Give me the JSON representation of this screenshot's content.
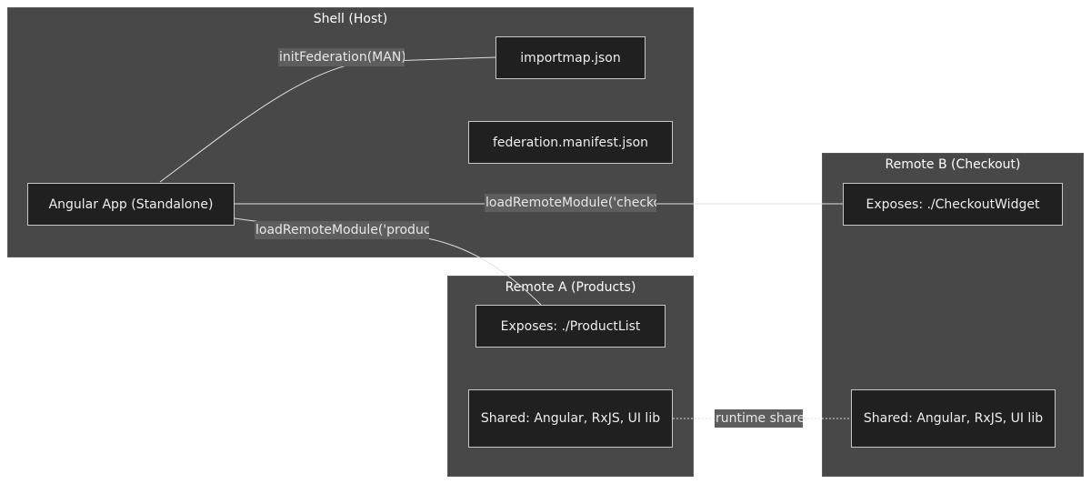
{
  "clusters": {
    "shell": {
      "title": "Shell (Host)"
    },
    "remote_b": {
      "title": "Remote B (Checkout)"
    },
    "remote_a": {
      "title": "Remote A (Products)"
    }
  },
  "nodes": {
    "importmap": "importmap.json",
    "manifest": "federation.manifest.json",
    "angular_app": "Angular App (Standalone)",
    "checkout_widget": "Exposes: ./CheckoutWidget",
    "product_list": "Exposes: ./ProductList",
    "shared_a": "Shared: Angular, RxJS, UI lib",
    "shared_b": "Shared: Angular, RxJS, UI lib"
  },
  "edge_labels": {
    "init_federation": "initFederation(MAN)",
    "load_checkout": "loadRemoteModule('checkou",
    "load_product": "loadRemoteModule('product",
    "runtime_share": "runtime share"
  },
  "colors": {
    "cluster_fill": "#474847",
    "node_fill": "#1f201f",
    "node_border": "#c8c8c8",
    "edge_stroke": "#e0e0e0",
    "label_fill": "#5d5e5d"
  }
}
